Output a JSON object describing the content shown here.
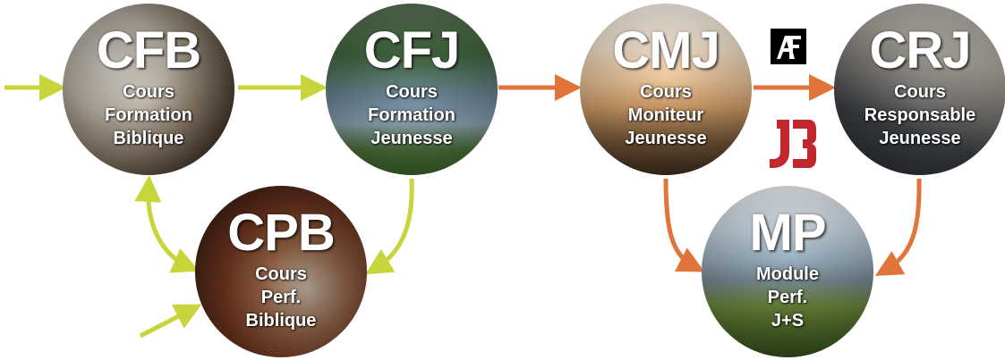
{
  "colors": {
    "green_arrow": "#c8d53a",
    "orange_arrow": "#e0743a",
    "js_logo": "#c1272d",
    "af_logo": "#000000"
  },
  "nodes": {
    "cfb": {
      "abbr": "CFB",
      "lines": [
        "Cours",
        "Formation",
        "Biblique"
      ]
    },
    "cfj": {
      "abbr": "CFJ",
      "lines": [
        "Cours",
        "Formation",
        "Jeunesse"
      ]
    },
    "cmj": {
      "abbr": "CMJ",
      "lines": [
        "Cours",
        "Moniteur",
        "Jeunesse"
      ]
    },
    "crj": {
      "abbr": "CRJ",
      "lines": [
        "Cours",
        "Responsable",
        "Jeunesse"
      ]
    },
    "cpb": {
      "abbr": "CPB",
      "lines": [
        "Cours",
        "Perf.",
        "Biblique"
      ]
    },
    "mp": {
      "abbr": "MP",
      "lines": [
        "Module",
        "Perf.",
        "J+S"
      ]
    }
  },
  "logos": {
    "af": {
      "icon": "af-logo"
    },
    "js": {
      "icon": "js-logo"
    }
  }
}
